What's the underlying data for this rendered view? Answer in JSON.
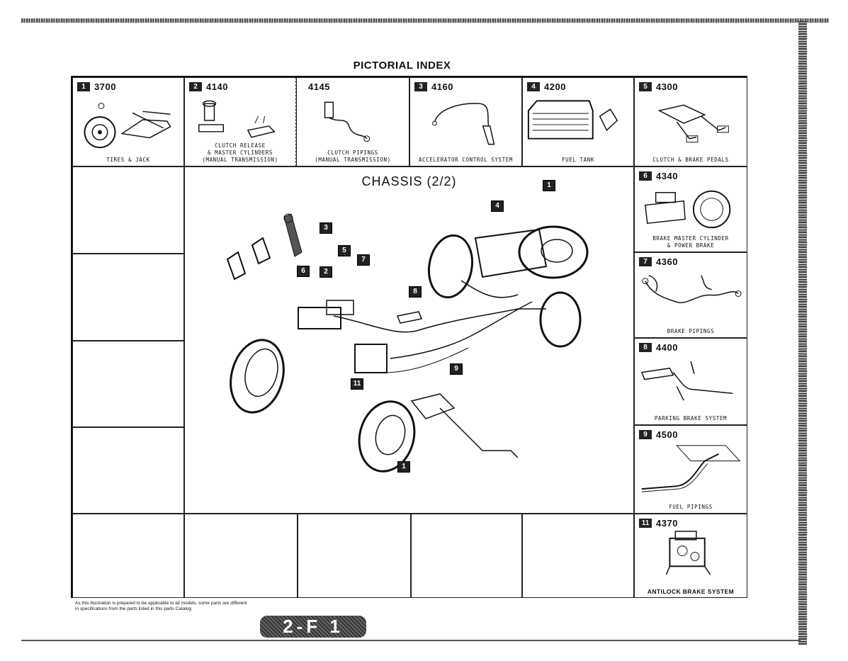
{
  "title": "PICTORIAL INDEX",
  "chassis_title": "CHASSIS (2/2)",
  "cells": {
    "c1": {
      "num": "1",
      "code": "3700",
      "label": "TIRES & JACK"
    },
    "c2": {
      "num": "2",
      "code": "4140",
      "label": "CLUTCH RELEASE\n& MASTER CYLINDERS\n(MANUAL TRANSMISSION)"
    },
    "c2b": {
      "code": "4145",
      "label": "CLUTCH PIPINGS\n(MANUAL TRANSMISSION)"
    },
    "c3": {
      "num": "3",
      "code": "4160",
      "label": "ACCELERATOR CONTROL SYSTEM"
    },
    "c4": {
      "num": "4",
      "code": "4200",
      "label": "FUEL TANK"
    },
    "c5": {
      "num": "5",
      "code": "4300",
      "label": "CLUTCH & BRAKE PEDALS"
    },
    "c6": {
      "num": "6",
      "code": "4340",
      "label": "BRAKE MASTER CYLINDER\n& POWER BRAKE"
    },
    "c7": {
      "num": "7",
      "code": "4360",
      "label": "BRAKE PIPINGS"
    },
    "c8": {
      "num": "8",
      "code": "4400",
      "label": "PARKING BRAKE SYSTEM"
    },
    "c9": {
      "num": "9",
      "code": "4500",
      "label": "FUEL PIPINGS"
    },
    "c11": {
      "num": "11",
      "code": "4370",
      "label": "ANTILOCK BRAKE SYSTEM"
    }
  },
  "callouts": [
    "1",
    "2",
    "3",
    "4",
    "5",
    "6",
    "7",
    "8",
    "9",
    "11",
    "1"
  ],
  "disclaimer": "As this illustration is prepared to be applicable to all models, some parts are different\nin specifications from the parts listed in this parts Catalog",
  "page_number": "2-F 1"
}
